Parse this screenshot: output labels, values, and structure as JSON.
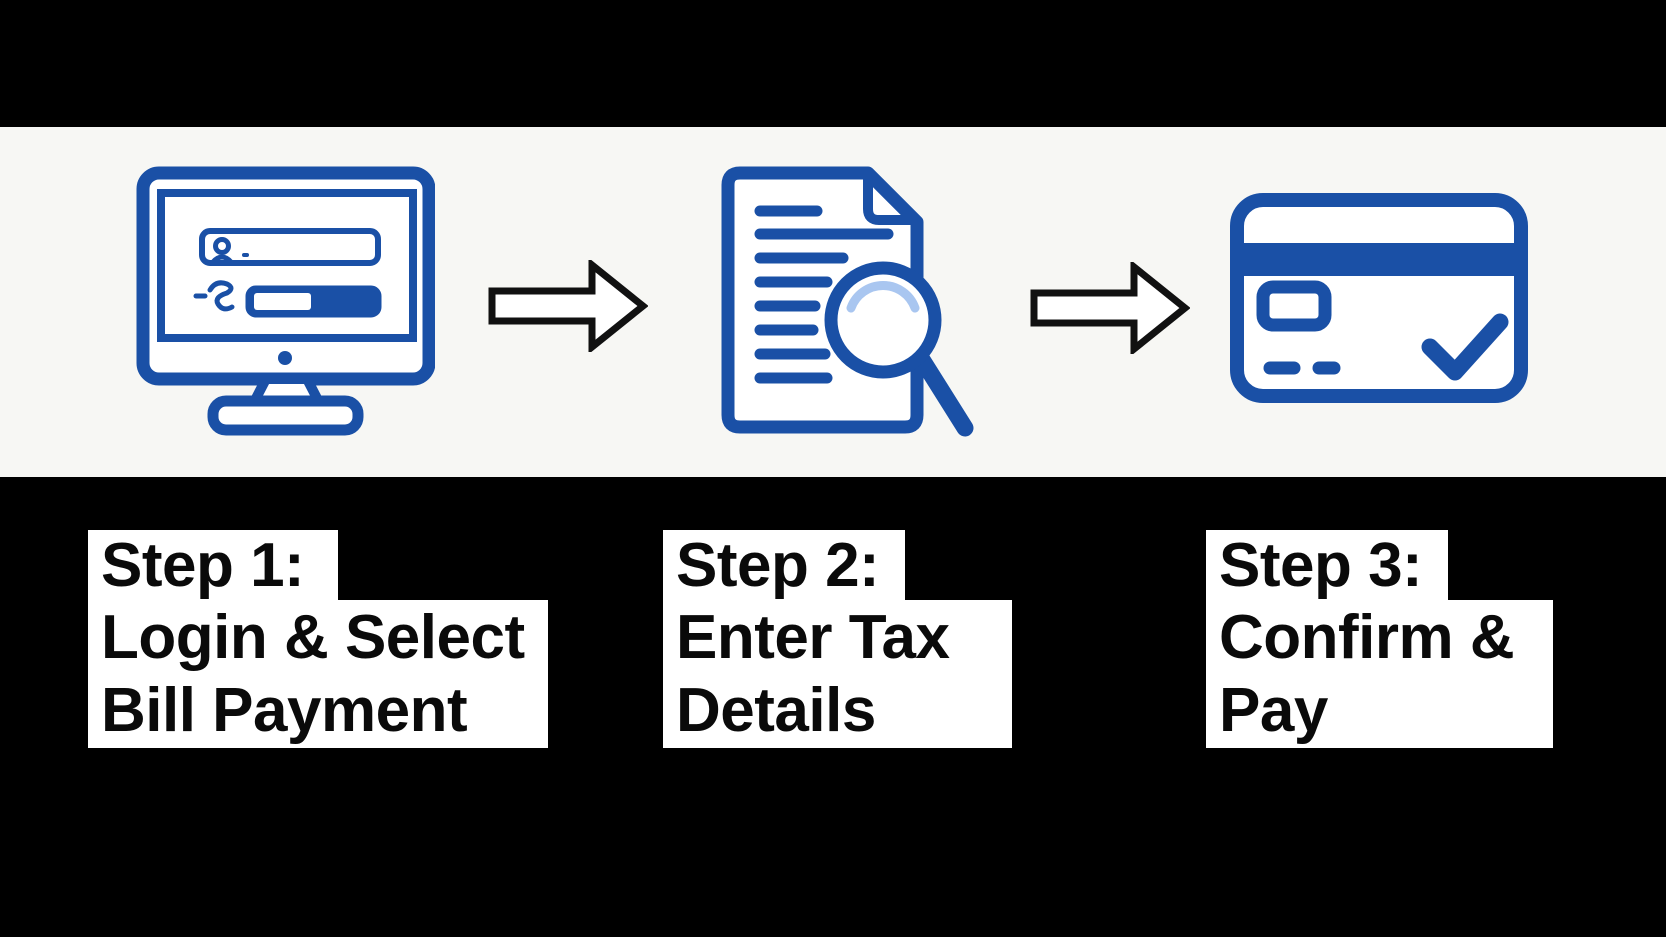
{
  "page": {
    "background": "#000000",
    "band_background": "#f7f7f4",
    "description_labels_visible": true
  },
  "colors": {
    "icon_blue": "#1a50a6",
    "highlight_blue": "#a9c6f0",
    "arrow_stroke": "#111111",
    "arrow_fill": "#ffffff",
    "label_background": "#ffffff",
    "label_text": "#0a0a0a",
    "page_background": "#000000",
    "band_background": "#f7f7f4"
  },
  "steps": [
    {
      "index": "1",
      "icon": "monitor-login-icon",
      "line1": "Step 1:",
      "line2": "Login & Select",
      "line3": "Bill Payment"
    },
    {
      "index": "2",
      "icon": "document-search-icon",
      "line1": "Step 2:",
      "line2": "Enter Tax",
      "line3": "Details"
    },
    {
      "index": "3",
      "icon": "credit-card-icon",
      "line1": "Step 3:",
      "line2": "Confirm &",
      "line3": "Pay"
    }
  ],
  "arrows": [
    {
      "name": "arrow-right-icon",
      "between": "step-1-and-step-2"
    },
    {
      "name": "arrow-right-icon",
      "between": "step-2-and-step-3"
    }
  ]
}
